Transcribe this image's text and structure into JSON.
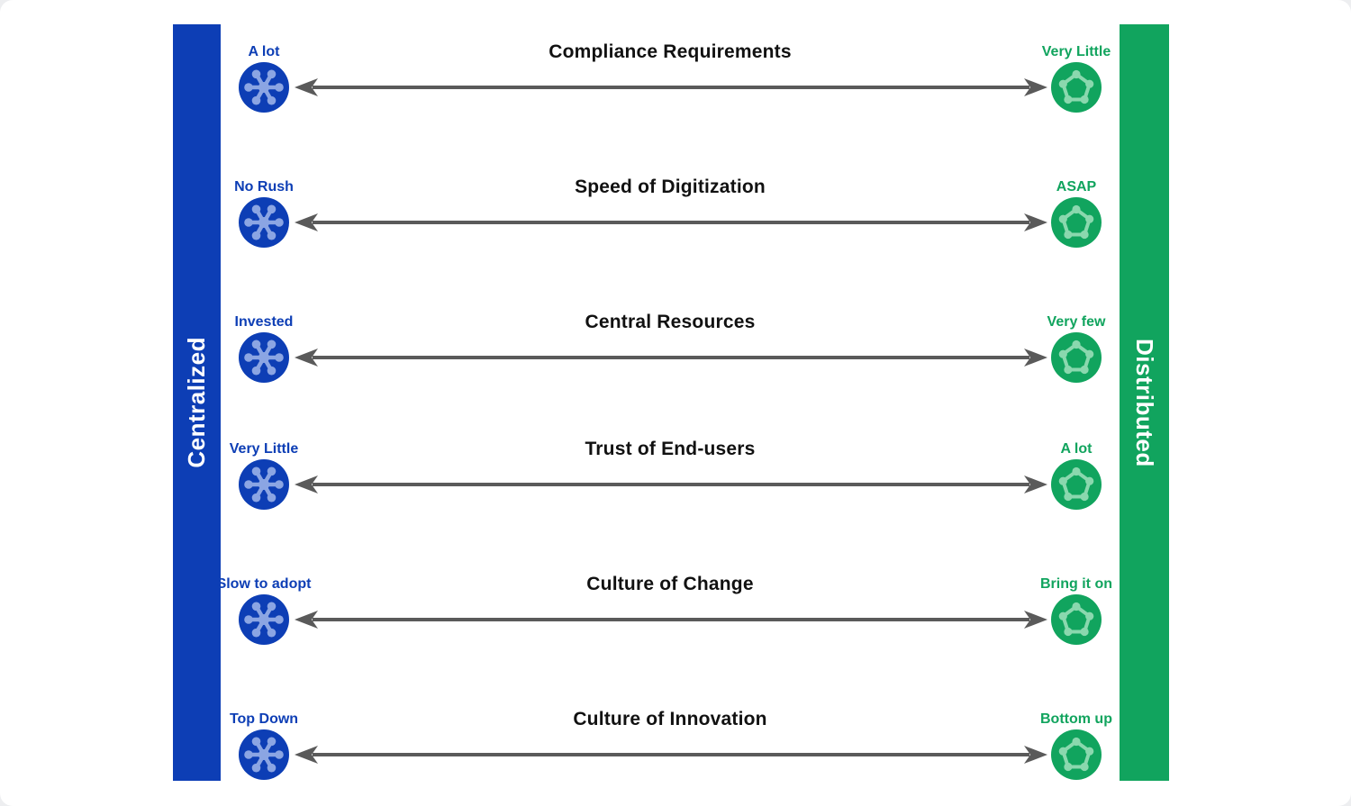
{
  "left_axis": {
    "label": "Centralized"
  },
  "right_axis": {
    "label": "Distributed"
  },
  "icons": {
    "left_icon": "hub-spoke-network-icon",
    "right_icon": "pentagon-network-icon"
  },
  "rows": [
    {
      "title": "Compliance Requirements",
      "left_label": "A lot",
      "right_label": "Very Little"
    },
    {
      "title": "Speed of Digitization",
      "left_label": "No Rush",
      "right_label": "ASAP"
    },
    {
      "title": "Central Resources",
      "left_label": "Invested",
      "right_label": "Very few"
    },
    {
      "title": "Trust of End-users",
      "left_label": "Very Little",
      "right_label": "A lot"
    },
    {
      "title": "Culture of Change",
      "left_label": "Slow to adopt",
      "right_label": "Bring it on"
    },
    {
      "title": "Culture of Innovation",
      "left_label": "Top Down",
      "right_label": "Bottom up"
    }
  ],
  "colors": {
    "centralized_blue": "#0d3eb5",
    "centralized_blue_light": "#8ba5e3",
    "distributed_green": "#11a45e",
    "distributed_green_light": "#8ad8ae",
    "arrow_gray": "#5a5a5a",
    "title_black": "#111111",
    "canvas_white": "#ffffff"
  }
}
